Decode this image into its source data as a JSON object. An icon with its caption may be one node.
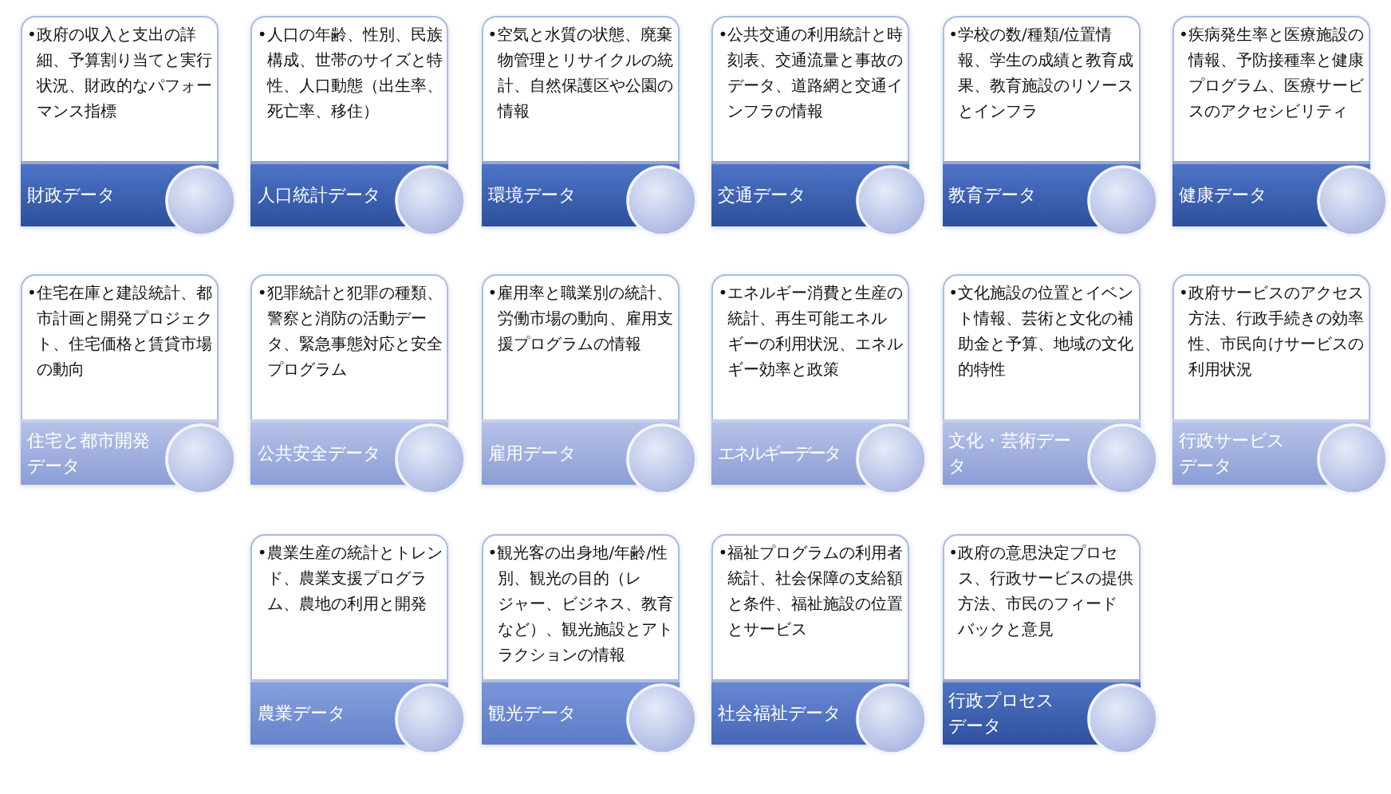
{
  "diagram": {
    "nodes": [
      {
        "text": [
          "•政府の収入と支出の詳細、予算割り当てと実行状況、財政的なパフォーマンス指標",
          "財政データ"
        ]
      },
      {
        "text": [
          "•人口の年齢、性別、民族構成、世帯のサイズと特性、人口動態（出生率、死亡率、移住）",
          "人口統計データ"
        ]
      },
      {
        "text": [
          "•空気と水質の状態、廃棄物管理とリサイクルの統計、自然保護区や公園の情報",
          "環境データ"
        ]
      },
      {
        "text": [
          "•公共交通の利用統計と時刻表、交通流量と事故のデータ、道路網と交通インフラの情報",
          "交通データ"
        ]
      },
      {
        "text": [
          "•学校の数/種類/位置情報、学生の成績と教育成果、教育施設のリソースとインフラ",
          "教育データ"
        ]
      },
      {
        "text": [
          "•疾病発生率と医療施設の情報、予防接種率と健康プログラム、医療サービスのアクセシビリティ",
          "健康データ"
        ]
      },
      {
        "text": [
          "•住宅在庫と建設統計、都市計画と開発プロジェクト、住宅価格と賃貸市場の動向",
          "住宅と都市開発データ"
        ]
      },
      {
        "text": [
          "•犯罪統計と犯罪の種類、警察と消防の活動データ、緊急事態対応と安全プログラム",
          "公共安全データ"
        ]
      },
      {
        "text": [
          "•雇用率と職業別の統計、労働市場の動向、雇用支援プログラムの情報",
          "雇用データ"
        ]
      },
      {
        "text": [
          "•エネルギー消費と生産の統計、再生可能エネルギーの利用状況、エネルギー効率と政策",
          "エネルギーデータ"
        ]
      },
      {
        "text": [
          "•文化施設の位置とイベント情報、芸術と文化の補助金と予算、地域の文化的特性",
          "文化・芸術データ"
        ]
      },
      {
        "text": [
          "•政府サービスのアクセス方法、行政手続きの効率性、市民向けサービスの利用状況",
          "行政サービスデータ"
        ]
      },
      {
        "text": [
          "•農業生産の統計とトレンド、農業支援プログラム、農地の利用と開発",
          "農業データ"
        ]
      },
      {
        "text": [
          "•観光客の出身地/年齢/性別、観光の目的（レジャー、ビジネス、教育など）、観光施設とアトラクションの情報",
          "観光データ"
        ]
      },
      {
        "text": [
          "•福祉プログラムの利用者統計、社会保障の支給額と条件、福祉施設の位置とサービス",
          "社会福祉データ"
        ]
      },
      {
        "text": [
          "•政府の意思決定プロセス、行政サービスの提供方法、市民のフィードバックと意見",
          "行政プロセスデータ"
        ]
      }
    ]
  }
}
